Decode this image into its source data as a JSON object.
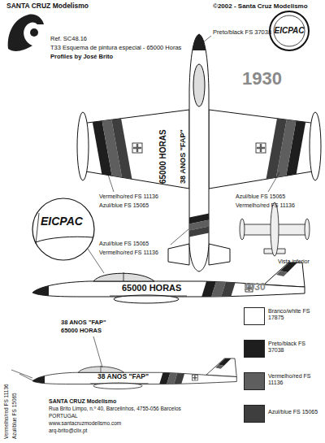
{
  "diagram": {
    "title": "T33 Esquema de pintura especial - 65000 Horas",
    "labels": [
      "SANTA CRUZ Modelismo",
      "©2002 - Santa Cruz Modelismo",
      "Ref. SC48.16",
      "Profiles by José Brito",
      "Preto/black FS 37038",
      "1930",
      "EICPAC",
      "65000 HORAS",
      "38 ANOS \"FAP\"",
      "Vermelho/red FS 11136",
      "Azul/blue FS 15065",
      "Azul/blue FS 15065",
      "Vermelho/red FS 11136",
      "EICPAC",
      "Azul/blue FS 15065",
      "Vermelho/red FS 11136",
      "Vista inferior",
      "1930",
      "65000 HORAS",
      "38 ANOS \"FAP\"",
      "65000 HORAS",
      "38 ANOS \"FAP\"",
      "Vermelho/red FS 11136",
      "Azul/blue FS 15065",
      "SANTA CRUZ Modelismo",
      "Rua Brito Limpo, n.º 40, Barcelinhos, 4755-056 Barcelos",
      "PORTUGAL",
      "www.santacruzmodelismo.com",
      "arq-brito@clix.pt"
    ],
    "legend": [
      {
        "text": "Branco/white FS 17875",
        "color": "#ffffff"
      },
      {
        "text": "Preto/black FS 37038",
        "color": "#1e1e1e"
      },
      {
        "text": "Vermelho/red FS 11136",
        "color": "#5e5e5e"
      },
      {
        "text": "Azul/blue FS 15065",
        "color": "#3e3e3e"
      }
    ]
  }
}
